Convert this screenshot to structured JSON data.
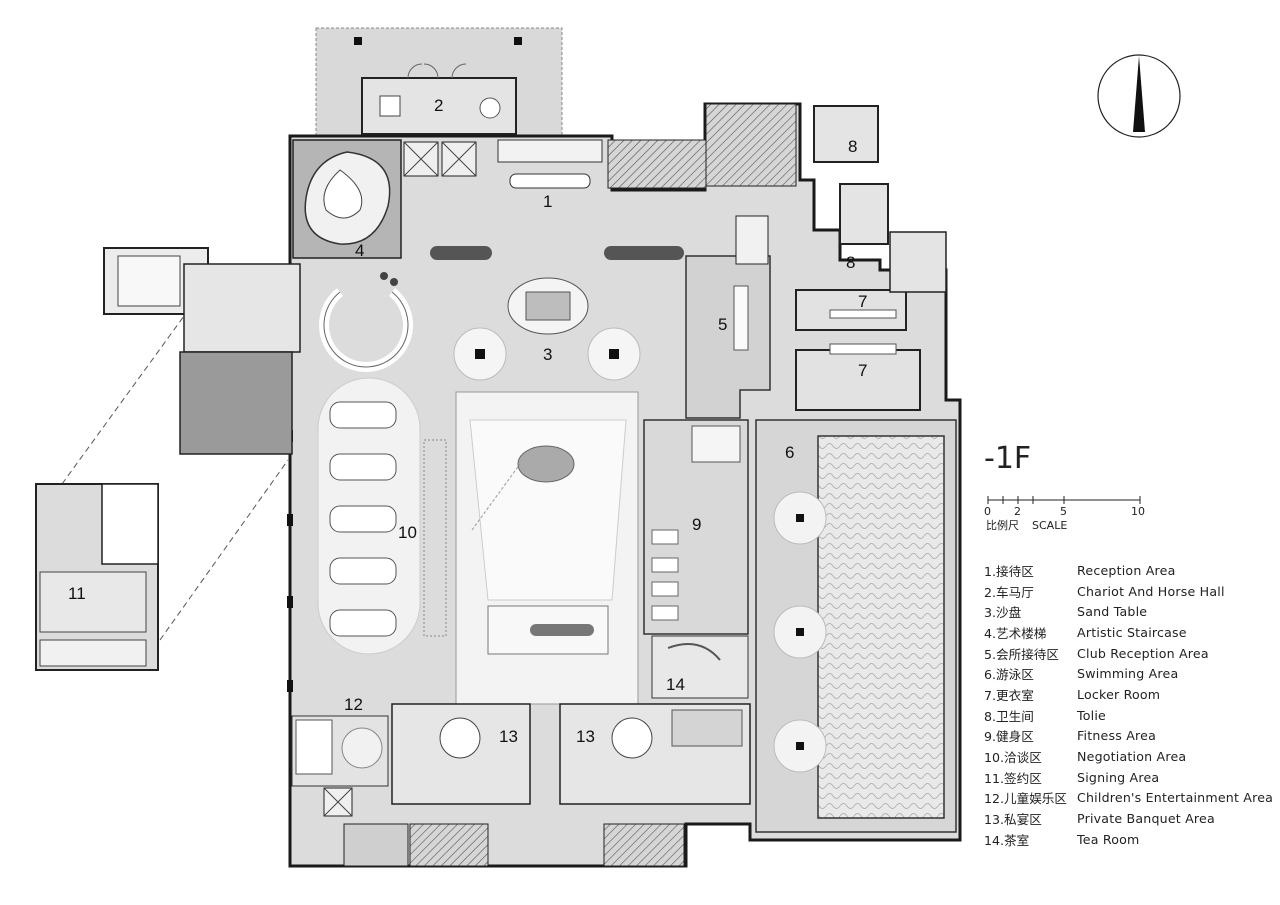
{
  "floor_label": "-1F",
  "scale": {
    "ticks": [
      "0",
      "2",
      "5",
      "10"
    ],
    "caption_cn": "比例尺",
    "caption_en": "SCALE"
  },
  "rooms": [
    {
      "num": "1"
    },
    {
      "num": "2"
    },
    {
      "num": "3"
    },
    {
      "num": "4"
    },
    {
      "num": "5"
    },
    {
      "num": "6"
    },
    {
      "num": "7"
    },
    {
      "num": "7"
    },
    {
      "num": "8"
    },
    {
      "num": "8"
    },
    {
      "num": "9"
    },
    {
      "num": "10"
    },
    {
      "num": "11"
    },
    {
      "num": "12"
    },
    {
      "num": "13"
    },
    {
      "num": "13"
    },
    {
      "num": "14"
    }
  ],
  "legend": [
    {
      "cn": "1.接待区",
      "en": "Reception Area"
    },
    {
      "cn": "2.车马厅",
      "en": "Chariot And Horse Hall"
    },
    {
      "cn": "3.沙盘",
      "en": "Sand Table"
    },
    {
      "cn": "4.艺术楼梯",
      "en": "Artistic Staircase"
    },
    {
      "cn": "5.会所接待区",
      "en": "Club Reception Area"
    },
    {
      "cn": "6.游泳区",
      "en": "Swimming Area"
    },
    {
      "cn": "7.更衣室",
      "en": "Locker Room"
    },
    {
      "cn": "8.卫生间",
      "en": "Tolie"
    },
    {
      "cn": "9.健身区",
      "en": "Fitness Area"
    },
    {
      "cn": "10.洽谈区",
      "en": "Negotiation Area"
    },
    {
      "cn": "11.签约区",
      "en": "Signing Area"
    },
    {
      "cn": "12.儿童娱乐区",
      "en": "Children's Entertainment Area"
    },
    {
      "cn": "13.私宴区",
      "en": "Private Banquet Area"
    },
    {
      "cn": "14.茶室",
      "en": "Tea Room"
    }
  ],
  "colors": {
    "floor_fill": "#dcdcdc",
    "wall": "#1a1a1a",
    "dark_block": "#9a9a9a",
    "light_fill": "#f2f2f2",
    "pool_fill": "#e6e6e6"
  }
}
